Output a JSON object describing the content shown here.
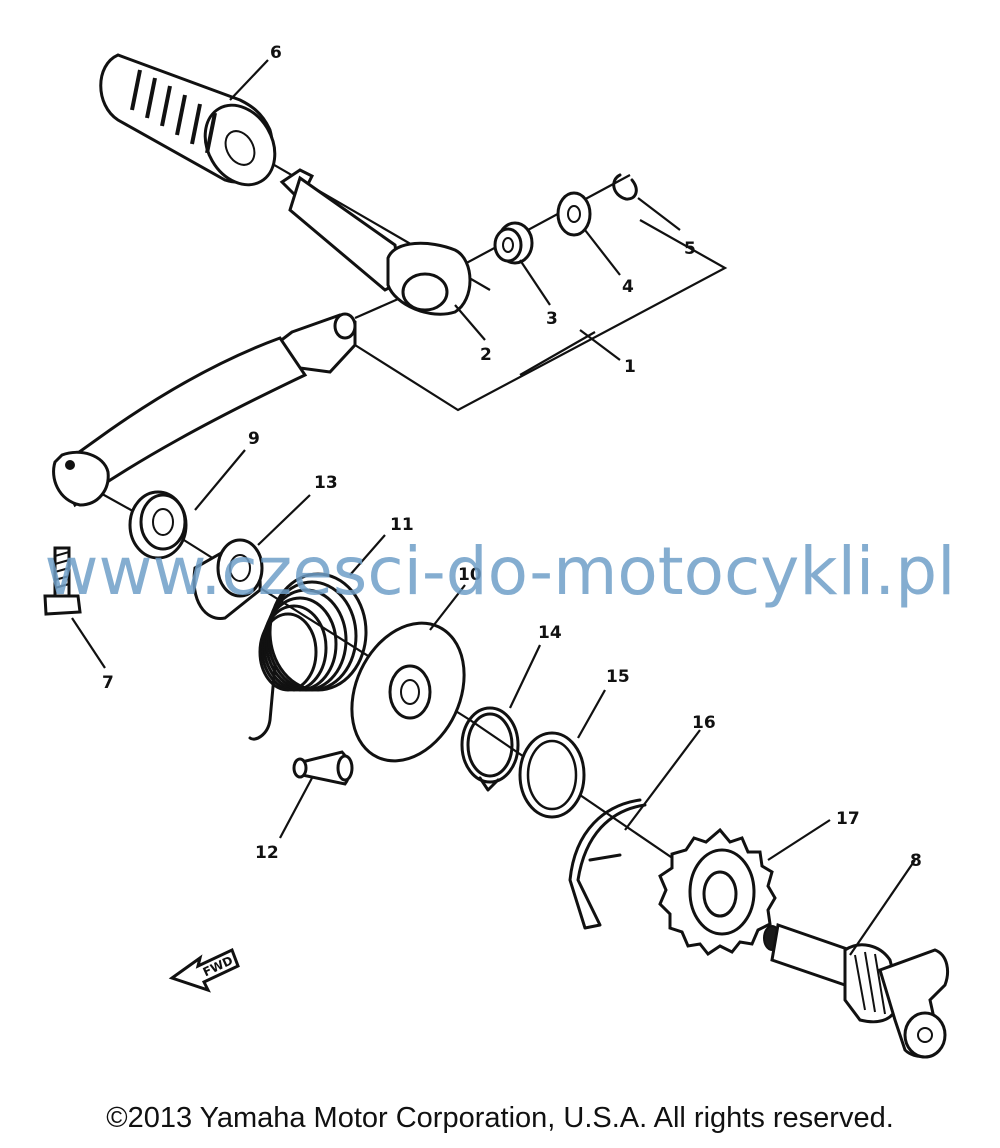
{
  "diagram": {
    "callouts": [
      "1",
      "2",
      "3",
      "4",
      "5",
      "6",
      "7",
      "8",
      "9",
      "10",
      "11",
      "12",
      "13",
      "14",
      "15",
      "16",
      "17"
    ],
    "fwd_label": "FWD"
  },
  "watermark": "www.czesci-do-motocykli.pl",
  "copyright": "©2013 Yamaha Motor Corporation, U.S.A. All rights reserved.",
  "colors": {
    "watermark": "#6f9fc8",
    "lines": "#111111"
  }
}
